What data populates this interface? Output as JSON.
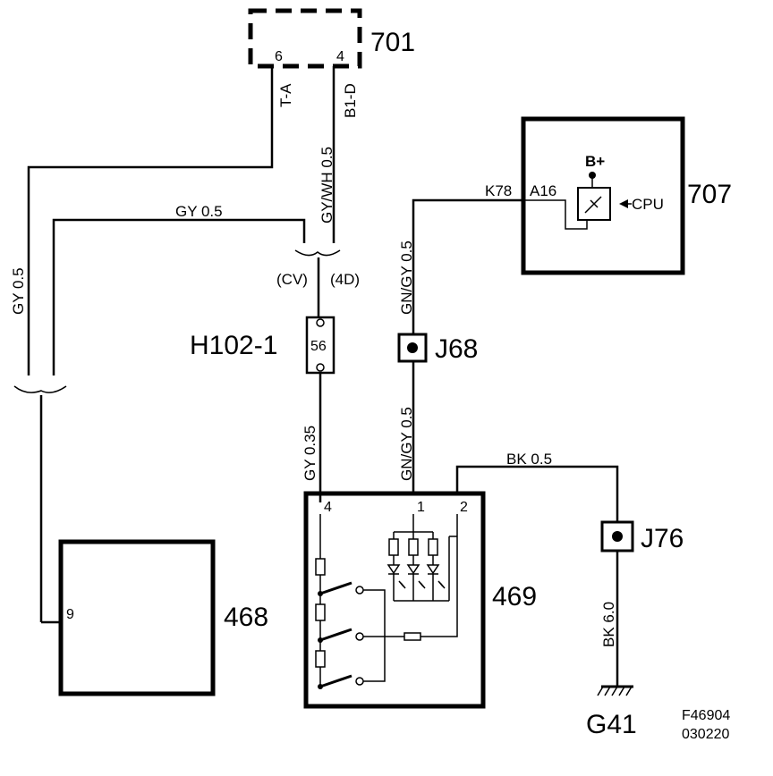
{
  "components": {
    "c701": {
      "id": "701",
      "pin_left": "6",
      "pin_right": "4"
    },
    "c707": {
      "id": "707",
      "bplus": "B+",
      "cpu": "CPU",
      "conn_a": "K78",
      "conn_b": "A16"
    },
    "c468": {
      "id": "468",
      "pin": "9"
    },
    "c469": {
      "id": "469",
      "pin_4": "4",
      "pin_1": "1",
      "pin_2": "2"
    },
    "h102": {
      "id": "H102-1",
      "pin": "56"
    },
    "j68": {
      "id": "J68"
    },
    "j76": {
      "id": "J76"
    },
    "g41": {
      "id": "G41"
    }
  },
  "wires": {
    "t_a": "T-A",
    "b1_d": "B1-D",
    "gywh": "GY/WH  0.5",
    "gy_top": "GY    0.5",
    "gy_left": "GY  0.5",
    "cv": "(CV)",
    "fourd": "(4D)",
    "gngy_top": "GN/GY   0.5",
    "gngy_bottom": "GN/GY   0.5",
    "gy_035": "GY   0.35",
    "bk_top": "BK     0.5",
    "bk_60": "BK      6.0"
  },
  "footer": {
    "code": "F46904",
    "date": "030220"
  }
}
